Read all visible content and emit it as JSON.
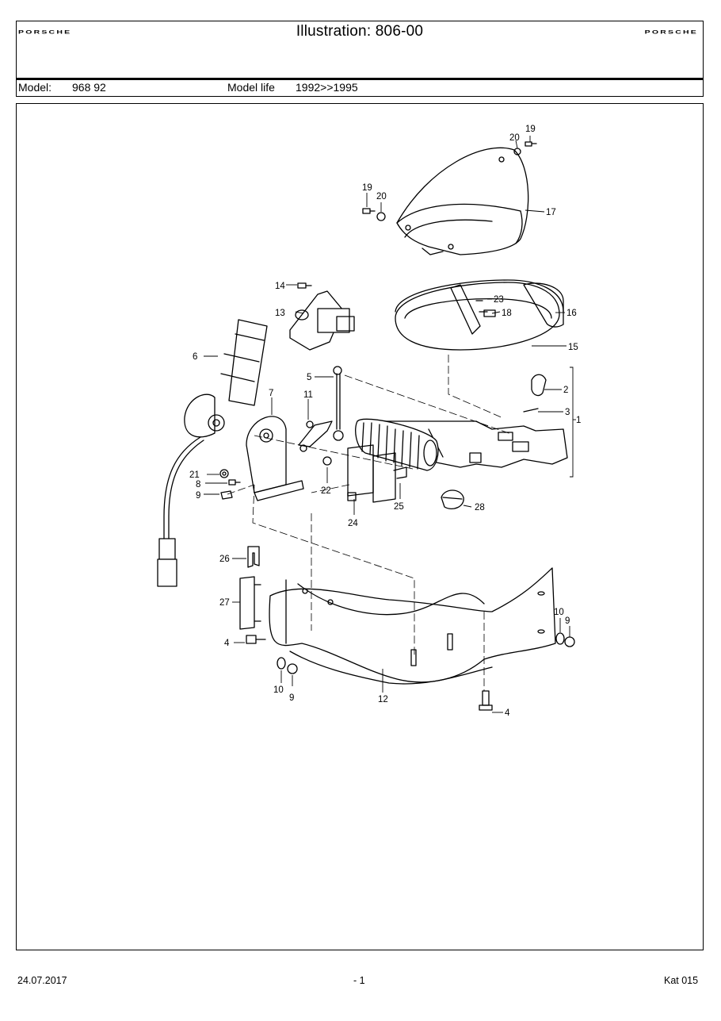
{
  "header": {
    "brand_left": "PORSCHE",
    "brand_right": "PORSCHE",
    "title": "Illustration: 806-00",
    "model_label": "Model:",
    "model_value": "968 92",
    "model_life_label": "Model life",
    "model_life_value": "1992>>1995"
  },
  "callouts": [
    "19",
    "20",
    "19",
    "20",
    "17",
    "14",
    "13",
    "16",
    "23",
    "18",
    "15",
    "6",
    "5",
    "7",
    "11",
    "2",
    "3",
    "1",
    "21",
    "8",
    "9",
    "22",
    "24",
    "25",
    "28",
    "26",
    "27",
    "4",
    "10",
    "9",
    "10",
    "9",
    "12",
    "4"
  ],
  "footer": {
    "date": "24.07.2017",
    "page": "- 1",
    "catalog": "Kat 015"
  }
}
